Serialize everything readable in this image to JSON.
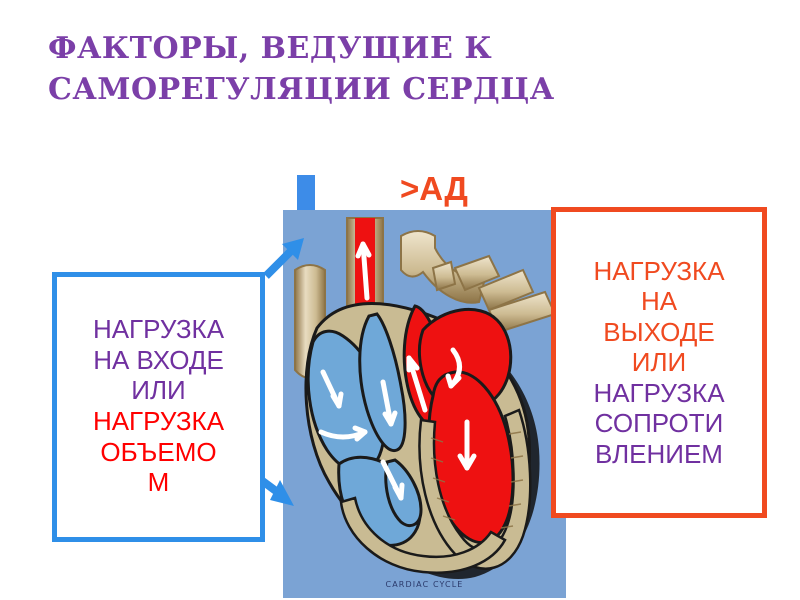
{
  "title": {
    "line1": "ФАКТОРЫ, ВЕДУЩИЕ К",
    "line2": "САМОРЕГУЛЯЦИИ СЕРДЦА",
    "color": "#7b3fa8"
  },
  "pressure_label": {
    "text": ">АД",
    "color": "#f04a20"
  },
  "left_box": {
    "border_color": "#2f8fe8",
    "lines": [
      {
        "text": "НАГРУЗКА",
        "color": "#7030a0"
      },
      {
        "text": "НА ВХОДЕ",
        "color": "#7030a0"
      },
      {
        "text": "ИЛИ",
        "color": "#7030a0"
      },
      {
        "text": "НАГРУЗКА",
        "color": "#ff0000"
      },
      {
        "text": "ОБЪЕМО",
        "color": "#ff0000"
      },
      {
        "text": "М",
        "color": "#ff0000"
      }
    ]
  },
  "right_box": {
    "border_color": "#f04a20",
    "lines": [
      {
        "text": "НАГРУЗКА",
        "color": "#f04a20"
      },
      {
        "text": "НА",
        "color": "#f04a20"
      },
      {
        "text": "ВЫХОДЕ",
        "color": "#f04a20"
      },
      {
        "text": "ИЛИ",
        "color": "#f04a20"
      },
      {
        "text": "НАГРУЗКА",
        "color": "#7030a0"
      },
      {
        "text": "СОПРОТИ",
        "color": "#7030a0"
      },
      {
        "text": "ВЛЕНИЕМ",
        "color": "#7030a0"
      }
    ]
  },
  "figure": {
    "caption": "CARDIAC CYCLE",
    "background_color": "#7ba3d4",
    "vessel_color": "#d9c9a3",
    "oxygenated_color": "#ee1111",
    "deoxygenated_color": "#6fa8d8",
    "muscle_color": "#c9bb93"
  },
  "markers": {
    "blue_bar_color": "#3d8ce8",
    "arrow_color": "#2f8fe8",
    "arrow_in_label": "arrow-pointing-into-heart",
    "arrow_out_label": "arrow-pointing-to-ventricle"
  }
}
